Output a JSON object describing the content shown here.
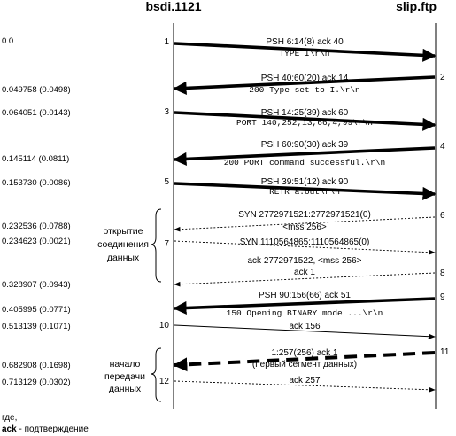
{
  "hosts": {
    "left": "bsdi.1121",
    "right": "slip.ftp"
  },
  "segments": [
    {
      "n": "1",
      "time": "0.0",
      "dir": "right",
      "style": "thick",
      "label": "PSH 6:14(8)  ack 40",
      "sub": "TYPE I\\r\\n"
    },
    {
      "n": "2",
      "time": "0.049758 (0.0498)",
      "dir": "left",
      "style": "thick",
      "label": "PSH 40:60(20)  ack 14",
      "sub": "200 Type set to I.\\r\\n"
    },
    {
      "n": "3",
      "time": "0.064051 (0.0143)",
      "dir": "right",
      "style": "thick",
      "label": "PSH 14:25(39)  ack 60",
      "sub": "PORT 140,252,13,66,4,99\\r\\n"
    },
    {
      "n": "4",
      "time": "0.145114 (0.0811)",
      "dir": "left",
      "style": "thick",
      "label": "PSH 60:90(30)  ack 39",
      "sub": "200 PORT command successful.\\r\\n"
    },
    {
      "n": "5",
      "time": "0.153730 (0.0086)",
      "dir": "right",
      "style": "thick",
      "label": "PSH 39:51(12)  ack 90",
      "sub": "RETR a.out\\r\\n"
    },
    {
      "n": "6",
      "time": "0.232536 (0.0788)",
      "dir": "left",
      "style": "dotted",
      "label": "SYN 2772971521:2772971521(0)",
      "sub": "<mss 256>"
    },
    {
      "n": "7",
      "time": "0.234623 (0.0021)",
      "dir": "right",
      "style": "dotted",
      "label": "SYN 1110564865:1110564865(0)",
      "sub": "ack 2772971522,  <mss 256>"
    },
    {
      "n": "8",
      "time": "0.328907 (0.0943)",
      "dir": "left",
      "style": "dotted",
      "label": "ack 1",
      "sub": ""
    },
    {
      "n": "9",
      "time": "0.405995 (0.0771)",
      "dir": "left",
      "style": "thick",
      "label": "PSH 90:156(66)  ack 51",
      "sub": "150 Opening BINARY mode ...\\r\\n"
    },
    {
      "n": "10",
      "time": "0.513139 (0.1071)",
      "dir": "right",
      "style": "thin",
      "label": "ack 156",
      "sub": ""
    },
    {
      "n": "11",
      "time": "0.682908 (0.1698)",
      "dir": "left",
      "style": "dashed",
      "label": "1:257(256)  ack 1",
      "sub": "(первый сегмент данных)"
    },
    {
      "n": "12",
      "time": "0.713129 (0.0302)",
      "dir": "right",
      "style": "dotted",
      "label": "ack 257",
      "sub": ""
    }
  ],
  "phases": {
    "open": [
      "открытие",
      "соединения",
      "данных"
    ],
    "start": [
      "начало",
      "передачи",
      "данных"
    ]
  },
  "legend": {
    "line1": "где,",
    "line2_bold": "ack",
    "line2_rest": " - подтверждение"
  }
}
